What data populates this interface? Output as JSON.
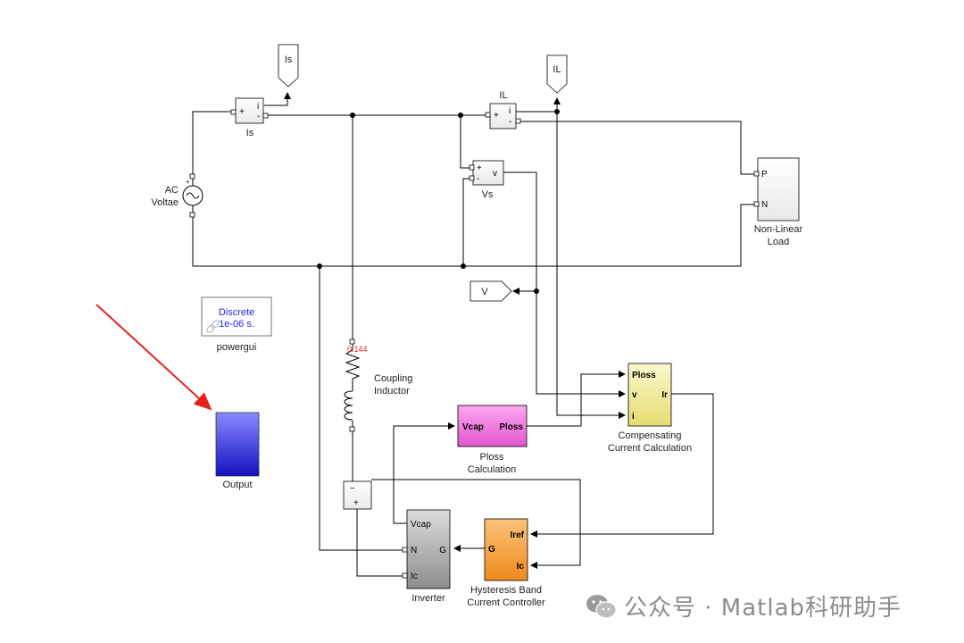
{
  "blocks": {
    "is_meter": {
      "name": "Is",
      "plus": "+",
      "minus": "-",
      "out": "i"
    },
    "il_meter": {
      "name": "IL",
      "plus": "+",
      "minus": "-",
      "out": "i"
    },
    "vs_meter": {
      "name": "Vs",
      "plus": "+",
      "minus": "-",
      "out": "v"
    },
    "is_goto": "Is",
    "il_goto": "IL",
    "v_goto": "V",
    "ac_source": {
      "line1": "AC",
      "line2": "Voltae"
    },
    "load": {
      "line1": "Non-Linear",
      "line2": "Load",
      "port_p": "P",
      "port_n": "N"
    },
    "powergui": {
      "line1": "Discrete",
      "line2": "1e-06 s.",
      "name": "powergui"
    },
    "coupling": {
      "value": "0.144",
      "line1": "Coupling",
      "line2": "Inductor"
    },
    "compensating": {
      "in1": "Ploss",
      "in2": "v",
      "in3": "i",
      "out": "Ir",
      "line1": "Compensating",
      "line2": "Current Calculation"
    },
    "ploss_calc": {
      "in": "Vcap",
      "out": "Ploss",
      "line1": "Ploss",
      "line2": "Calculation"
    },
    "vcap_meter": {
      "minus": "−",
      "plus": "+"
    },
    "inverter": {
      "in1": "Vcap",
      "in2": "N",
      "in3": "Ic",
      "out": "G",
      "name": "Inverter"
    },
    "hysteresis": {
      "in1": "Iref",
      "in2": "Ic",
      "out": "G",
      "line1": "Hysteresis Band",
      "line2": "Current Controller"
    },
    "output_scope": {
      "name": "Output"
    }
  },
  "watermark": {
    "text": "公众号 · Matlab科研助手"
  },
  "colors": {
    "compensating": "#f4eea0",
    "ploss": "#f07ae0",
    "inverter": "#a8a8a8",
    "hysteresis": "#f39a2a",
    "scope": "#2b2bd6",
    "arrow": "#e8231e",
    "powergui_text": "#1a2adb"
  }
}
